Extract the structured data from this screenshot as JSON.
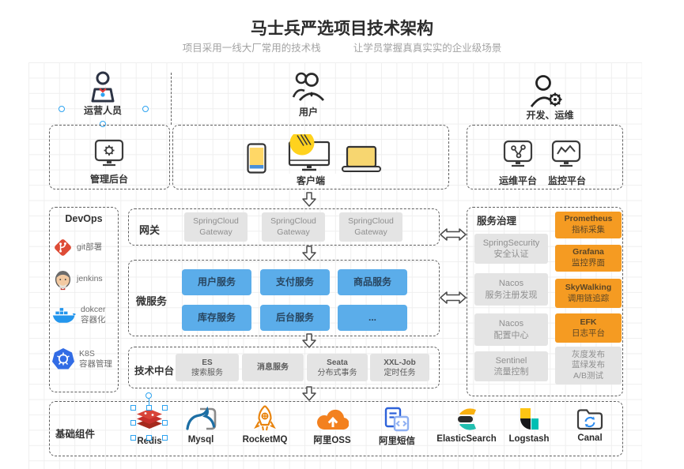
{
  "title": "马士兵严选项目技术架构",
  "subtitle": {
    "left": "项目采用一线大厂常用的技术栈",
    "right": "让学员掌握真真实实的企业级场景"
  },
  "personas": {
    "operator": "运营人员",
    "user": "用户",
    "devops": "开发、运维"
  },
  "platforms": {
    "admin": "管理后台",
    "client": "客户端",
    "ops": "运维平台",
    "monitor": "监控平台"
  },
  "devops_panel": {
    "title": "DevOps",
    "items": [
      {
        "l1": "git部署"
      },
      {
        "l1": "jenkins"
      },
      {
        "l1": "dokcer",
        "l2": "容器化"
      },
      {
        "l1": "K8S",
        "l2": "容器管理"
      }
    ]
  },
  "gateway": {
    "label": "网关",
    "node_line1": "SpringCloud",
    "node_line2": "Gateway"
  },
  "microservices": {
    "label": "微服务",
    "services": [
      "用户服务",
      "支付服务",
      "商品服务",
      "库存服务",
      "后台服务",
      "..."
    ]
  },
  "tech_platform": {
    "label": "技术中台",
    "boxes": [
      {
        "l1": "ES",
        "l2": "搜索服务"
      },
      {
        "l1": "消息服务"
      },
      {
        "l1": "Seata",
        "l2": "分布式事务"
      },
      {
        "l1": "XXL-Job",
        "l2": "定时任务"
      }
    ]
  },
  "governance": {
    "title": "服务治理",
    "gray": [
      {
        "l1": "SpringSecurity",
        "l2": "安全认证"
      },
      {
        "l1": "Nacos",
        "l2": "服务注册发现"
      },
      {
        "l1": "Nacos",
        "l2": "配置中心"
      },
      {
        "l1": "Sentinel",
        "l2": "流量控制"
      }
    ],
    "orange": [
      {
        "l1": "Prometheus",
        "l2": "指标采集"
      },
      {
        "l1": "Grafana",
        "l2": "监控界面"
      },
      {
        "l1": "SkyWalking",
        "l2": "调用链追踪"
      },
      {
        "l1": "EFK",
        "l2": "日志平台"
      }
    ],
    "release": {
      "l1": "灰度发布",
      "l2": "蓝绿发布",
      "l3": "A/B测试"
    }
  },
  "foundation": {
    "label": "基础组件",
    "items": [
      {
        "name": "Redis"
      },
      {
        "name": "Mysql"
      },
      {
        "name": "RocketMQ"
      },
      {
        "name": "阿里OSS"
      },
      {
        "name": "阿里短信"
      },
      {
        "name": "ElasticSearch"
      },
      {
        "name": "Logstash"
      },
      {
        "name": "Canal"
      }
    ]
  },
  "colors": {
    "blue_service": "#5badea",
    "orange_highlight": "#f59b22",
    "gray_box": "#e4e4e4",
    "selection_blue": "#2da3f0",
    "device_yellow": "#ffd21e",
    "redis_red": "#c6302b",
    "git_red": "#de4c36",
    "docker_blue": "#2496ed",
    "k8s_blue": "#326ce5",
    "rocket_orange": "#e8830c",
    "oss_orange": "#f3811f",
    "sms_blue": "#2e62d9",
    "es_yellow": "#f9b110",
    "es_teal": "#23bfb0",
    "logstash_yellow": "#fec514",
    "logstash_teal": "#00bfb3",
    "canal_blue": "#2d8cf0"
  }
}
